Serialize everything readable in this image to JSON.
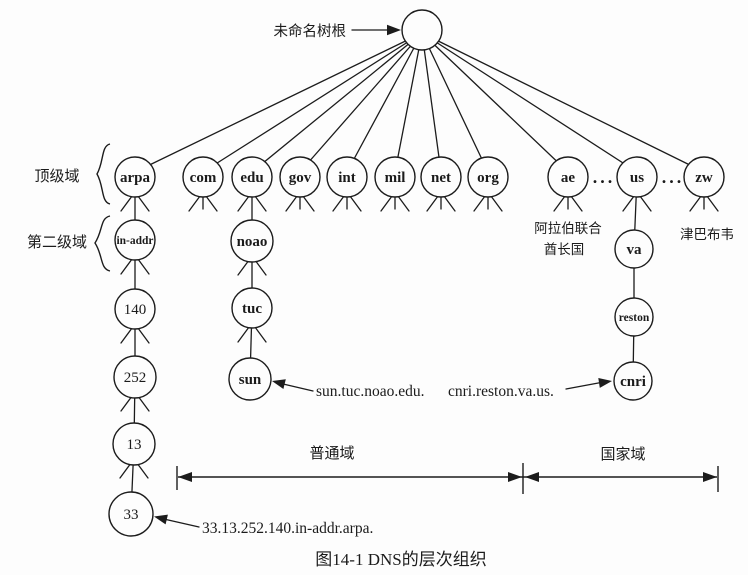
{
  "figure": {
    "caption": "图14-1  DNS的层次组织",
    "caption_color": "#2525b8",
    "ink_color": "#1c1c1c",
    "background_color": "#fdfdfd"
  },
  "annotations": {
    "root_pointer": "未命名树根",
    "top_level": "顶级域",
    "second_level": "第二级域",
    "uae_line1": "阿拉伯联合",
    "uae_line2": "酋长国",
    "zimbabwe": "津巴布韦",
    "sun_fqdn": "sun.tuc.noao.edu.",
    "cnri_fqdn": "cnri.reston.va.us.",
    "inaddr_fqdn": "33.13.252.140.in-addr.arpa.",
    "generic_domains": "普通域",
    "country_domains": "国家域",
    "ellipsis": "..."
  },
  "nodes": {
    "root": "",
    "arpa": "arpa",
    "com": "com",
    "edu": "edu",
    "gov": "gov",
    "int": "int",
    "mil": "mil",
    "net": "net",
    "org": "org",
    "ae": "ae",
    "us": "us",
    "zw": "zw",
    "in_addr": "in-addr",
    "n140": "140",
    "n252": "252",
    "n13": "13",
    "n33": "33",
    "noao": "noao",
    "tuc": "tuc",
    "sun": "sun",
    "va": "va",
    "reston": "reston",
    "cnri": "cnri"
  }
}
